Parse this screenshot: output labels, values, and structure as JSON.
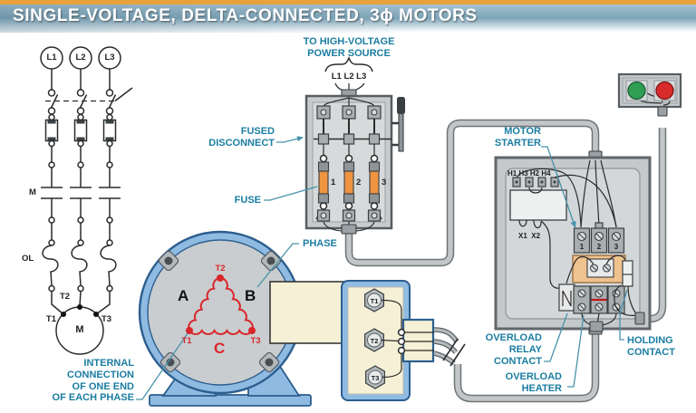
{
  "title": "SINGLE-VOLTAGE, DELTA-CONNECTED, 3ϕ MOTORS",
  "ladder": {
    "lines": [
      "L1",
      "L2",
      "L3"
    ],
    "contact_label": "M",
    "overload_label": "OL",
    "motor_terminals": {
      "t1": "T1",
      "t2": "T2",
      "t3": "T3"
    },
    "motor_label": "M",
    "caption": "INTERNAL\nCONNECTION\nOF ONE END\nOF EACH PHASE"
  },
  "disconnect": {
    "source_label": "TO HIGH-VOLTAGE\nPOWER SOURCE",
    "line_labels": "L1 L2 L3",
    "name_label": "FUSED\nDISCONNECT",
    "fuse_label": "FUSE",
    "fuse_numbers": [
      "1",
      "2",
      "3"
    ]
  },
  "motor": {
    "phase_label": "PHASE",
    "phases": [
      "A",
      "B",
      "C"
    ],
    "terminals": [
      "T1",
      "T2",
      "T3"
    ]
  },
  "terminal_box": {
    "terminals": [
      "T1",
      "T2",
      "T3"
    ]
  },
  "starter": {
    "name_label": "MOTOR\nSTARTER",
    "h_terminals": "H1 H3 H2 H4",
    "x_terminals": "X1  X2",
    "line_numbers": [
      "1",
      "2",
      "3"
    ],
    "overload_relay_contact_label": "OVERLOAD\nRELAY\nCONTACT",
    "overload_heater_label": "OVERLOAD\nHEATER",
    "holding_contact_label": "HOLDING\nCONTACT"
  },
  "colors": {
    "accent_text": "#1b7da1",
    "leader_line": "#4892ab",
    "banner_orange": "#e9a23b",
    "banner_blue": "#7da4b8",
    "fuse_orange": "#ef9440",
    "relay_tan": "#f0c28e",
    "motor_blue": "#8fbbe3",
    "terminal_box_cream": "#f5f0d6",
    "button_green": "#2f9e53",
    "button_red": "#d92b2b",
    "winding_red": "#d9262b"
  }
}
